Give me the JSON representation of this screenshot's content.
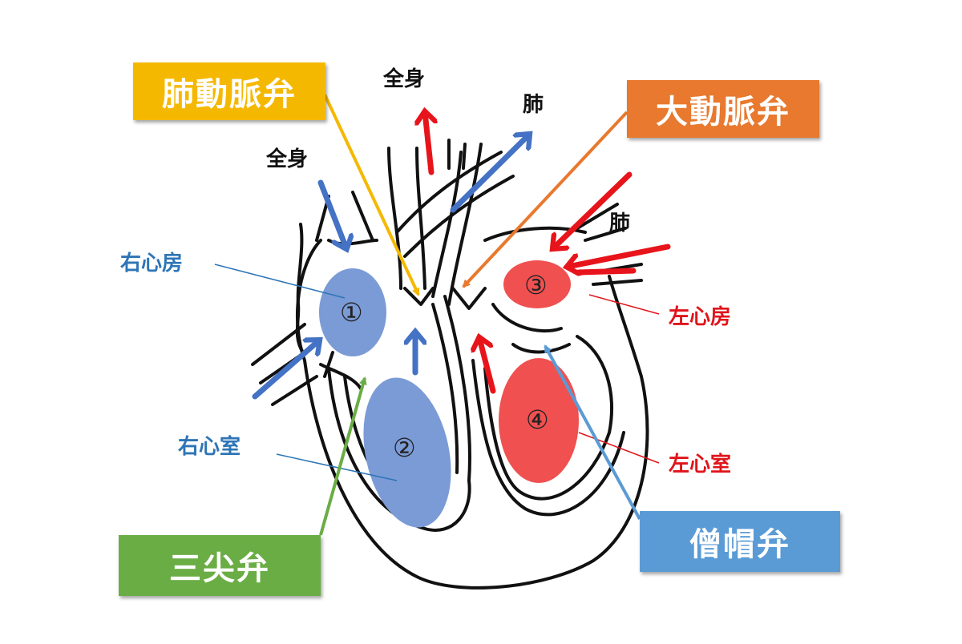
{
  "valves": {
    "pulmonary": "肺動脈弁",
    "aortic": "大動脈弁",
    "tricuspid": "三尖弁",
    "mitral": "僧帽弁"
  },
  "flow_labels": {
    "body_in": "全身",
    "body_out": "全身",
    "lung_out": "肺",
    "lung_in": "肺"
  },
  "chambers": {
    "right_atrium": {
      "label": "右心房",
      "number": "①"
    },
    "right_ventricle": {
      "label": "右心室",
      "number": "②"
    },
    "left_atrium": {
      "label": "左心房",
      "number": "③"
    },
    "left_ventricle": {
      "label": "左心室",
      "number": "④"
    }
  },
  "colors": {
    "pulmonary_box": "#f5b800",
    "aortic_box": "#e8792e",
    "tricuspid_box": "#6aad45",
    "mitral_box": "#5b9bd5",
    "venous_blue": "#4472c4",
    "arterial_red": "#e8141b",
    "right_chamber": "#7b9bd6",
    "left_chamber": "#f05050",
    "right_label": "#2e75b6",
    "left_label": "#e0141b"
  }
}
